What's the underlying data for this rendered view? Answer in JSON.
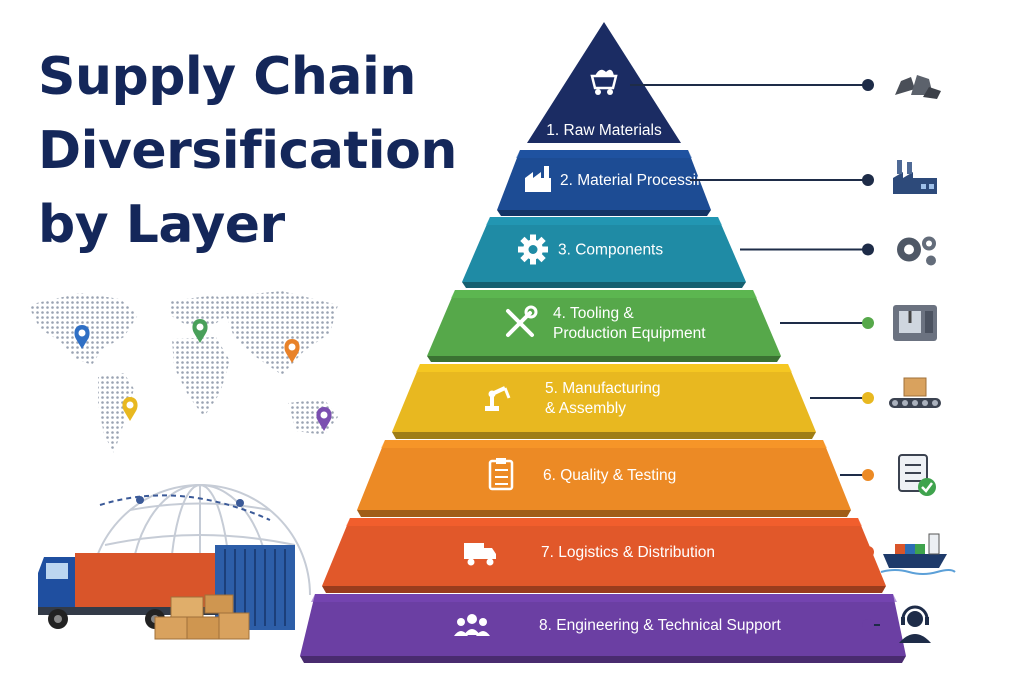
{
  "title": {
    "line1": "Supply Chain",
    "line2": "Diversification",
    "line3": "by Layer"
  },
  "layers": [
    {
      "label_lines": [
        "1. Raw Materials"
      ],
      "color": "#1b2c63",
      "icon": "mine-cart-icon",
      "side_icon": "ore-rocks-icon"
    },
    {
      "label_lines": [
        "2. Material Processing"
      ],
      "color": "#1d4c94",
      "icon": "factory-icon",
      "side_icon": "factory-icon"
    },
    {
      "label_lines": [
        "3. Components"
      ],
      "color": "#1f8ba5",
      "icon": "gear-icon",
      "side_icon": "gears-icon"
    },
    {
      "label_lines": [
        "4. Tooling &",
        "Production Equipment"
      ],
      "color": "#56a84a",
      "icon": "tools-icon",
      "side_icon": "cnc-machine-icon"
    },
    {
      "label_lines": [
        "5. Manufacturing",
        "& Assembly"
      ],
      "color": "#e8b820",
      "icon": "robot-arm-icon",
      "side_icon": "conveyor-box-icon"
    },
    {
      "label_lines": [
        "6. Quality & Testing"
      ],
      "color": "#ec8a25",
      "icon": "clipboard-icon",
      "side_icon": "clipboard-check-icon"
    },
    {
      "label_lines": [
        "7. Logistics & Distribution"
      ],
      "color": "#e1582a",
      "icon": "truck-icon",
      "side_icon": "cargo-ship-icon"
    },
    {
      "label_lines": [
        "8. Engineering & Technical Support"
      ],
      "color": "#6b3fa3",
      "icon": "team-icon",
      "side_icon": "headset-support-icon"
    }
  ],
  "map_pins": [
    {
      "color": "#2f6fc4"
    },
    {
      "color": "#49a05a"
    },
    {
      "color": "#e8822a"
    },
    {
      "color": "#e8b820"
    },
    {
      "color": "#7b4fb0"
    }
  ],
  "scene": {
    "truck_color": "#d9552a",
    "cab_color": "#1f4fa0",
    "container_color": "#2d5ea8"
  }
}
